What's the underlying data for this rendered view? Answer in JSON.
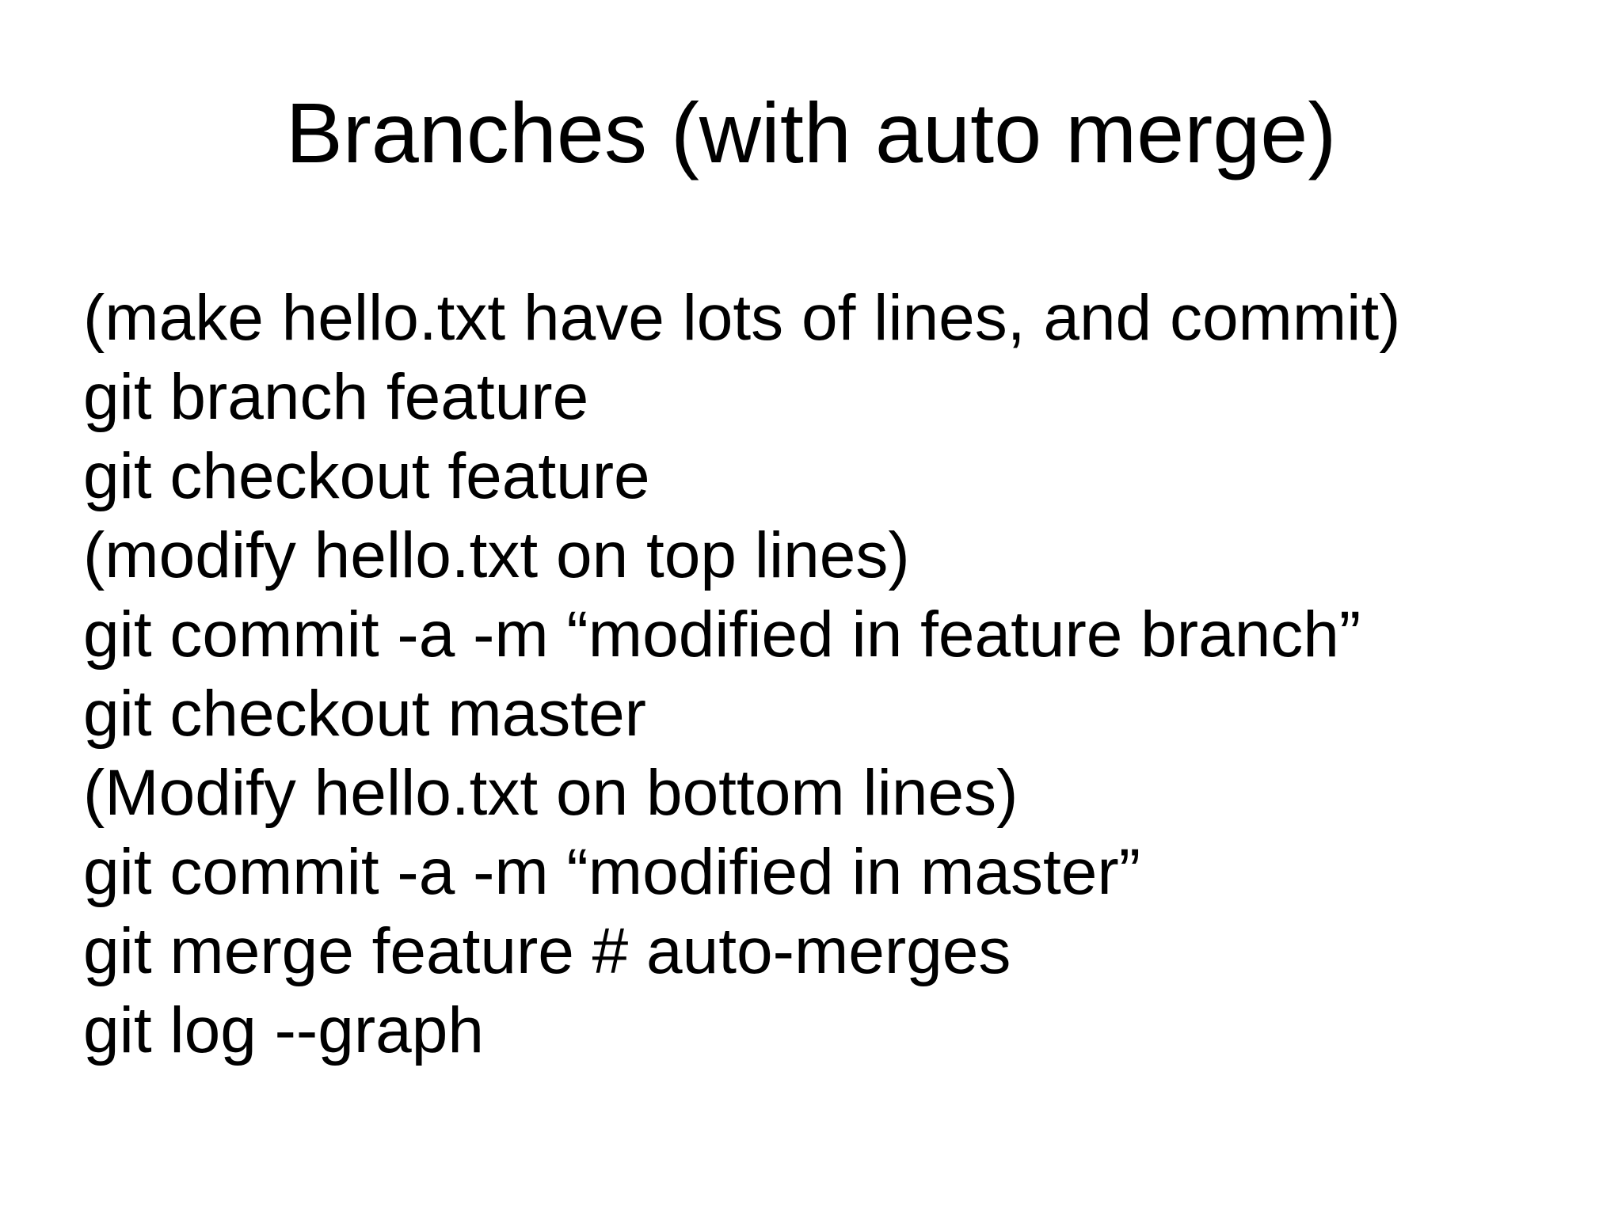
{
  "slide": {
    "title": "Branches (with auto merge)",
    "lines": [
      "(make hello.txt have lots of lines, and commit)",
      "git branch feature",
      "git checkout feature",
      "(modify hello.txt on top lines)",
      "git commit -a -m “modified in feature branch”",
      "git checkout master",
      "(Modify hello.txt on bottom lines)",
      "git commit -a -m “modified in master”",
      "git merge feature # auto-merges",
      "git log --graph"
    ]
  }
}
